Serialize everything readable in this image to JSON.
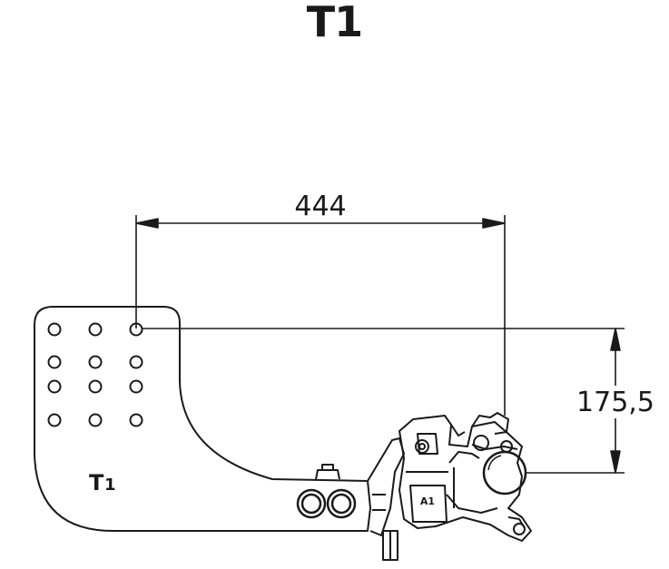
{
  "title": "T1",
  "dimensions": {
    "horizontal": "444",
    "vertical": "175,5"
  },
  "plate_label": {
    "main": "T",
    "sub": "1"
  },
  "coupling_label": "A1",
  "colors": {
    "line": "#1a1a1a",
    "background": "#ffffff"
  }
}
